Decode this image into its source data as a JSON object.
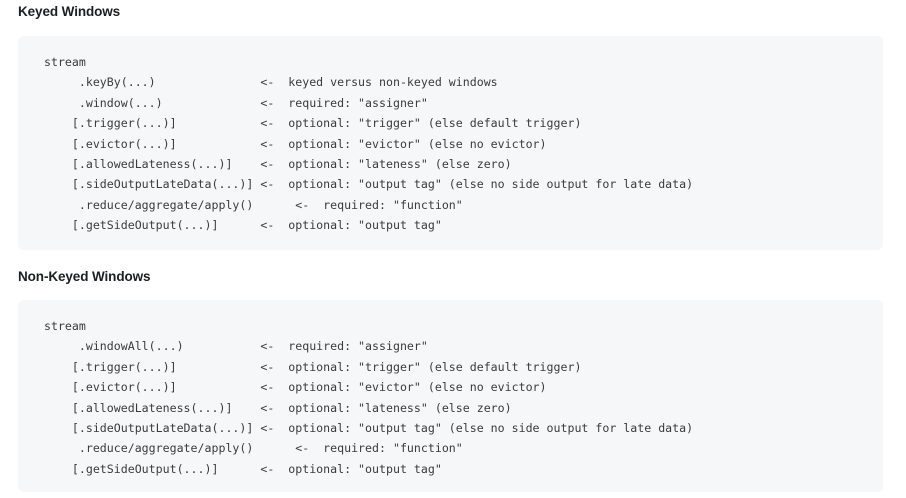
{
  "sections": [
    {
      "heading": "Keyed Windows",
      "code": "  stream\n       .keyBy(...)               <-  keyed versus non-keyed windows\n       .window(...)              <-  required: \"assigner\"\n      [.trigger(...)]            <-  optional: \"trigger\" (else default trigger)\n      [.evictor(...)]            <-  optional: \"evictor\" (else no evictor)\n      [.allowedLateness(...)]    <-  optional: \"lateness\" (else zero)\n      [.sideOutputLateData(...)] <-  optional: \"output tag\" (else no side output for late data)\n       .reduce/aggregate/apply()      <-  required: \"function\"\n      [.getSideOutput(...)]      <-  optional: \"output tag\""
    },
    {
      "heading": "Non-Keyed Windows",
      "code": "  stream\n       .windowAll(...)           <-  required: \"assigner\"\n      [.trigger(...)]            <-  optional: \"trigger\" (else default trigger)\n      [.evictor(...)]            <-  optional: \"evictor\" (else no evictor)\n      [.allowedLateness(...)]    <-  optional: \"lateness\" (else zero)\n      [.sideOutputLateData(...)] <-  optional: \"output tag\" (else no side output for late data)\n       .reduce/aggregate/apply()      <-  required: \"function\"\n      [.getSideOutput(...)]      <-  optional: \"output tag\""
    }
  ],
  "colors": {
    "page_background": "#ffffff",
    "code_background": "#f6f7f9",
    "heading_text": "#1c1e21",
    "code_text": "#3b3b3b"
  }
}
